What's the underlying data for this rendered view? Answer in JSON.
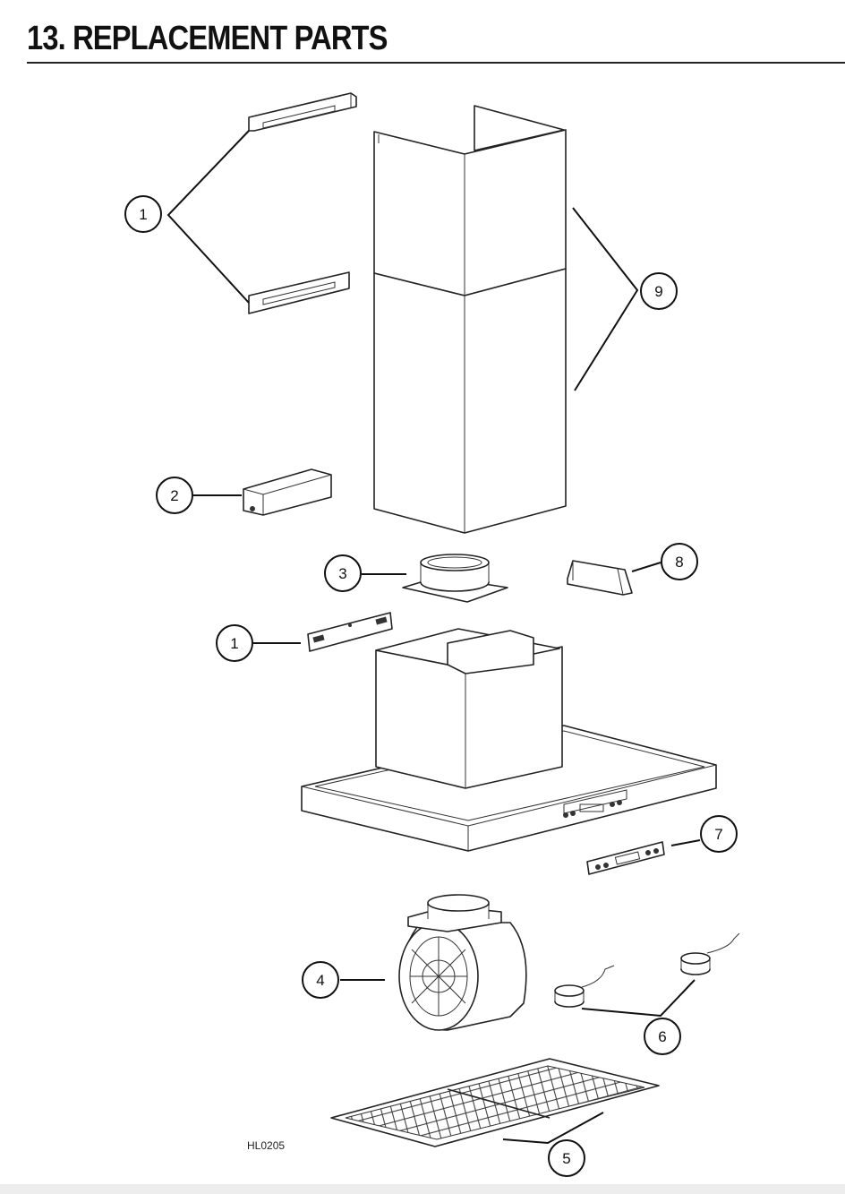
{
  "section": {
    "title": "13.  REPLACEMENT PARTS"
  },
  "callouts": {
    "bracket_top": "1",
    "bracket_lower": "1",
    "transformer": "2",
    "flange": "3",
    "motor": "4",
    "filter": "5",
    "lights": "6",
    "control_panel": "7",
    "bracket_small": "8",
    "chimney": "9"
  },
  "reference_code": "HL0205"
}
